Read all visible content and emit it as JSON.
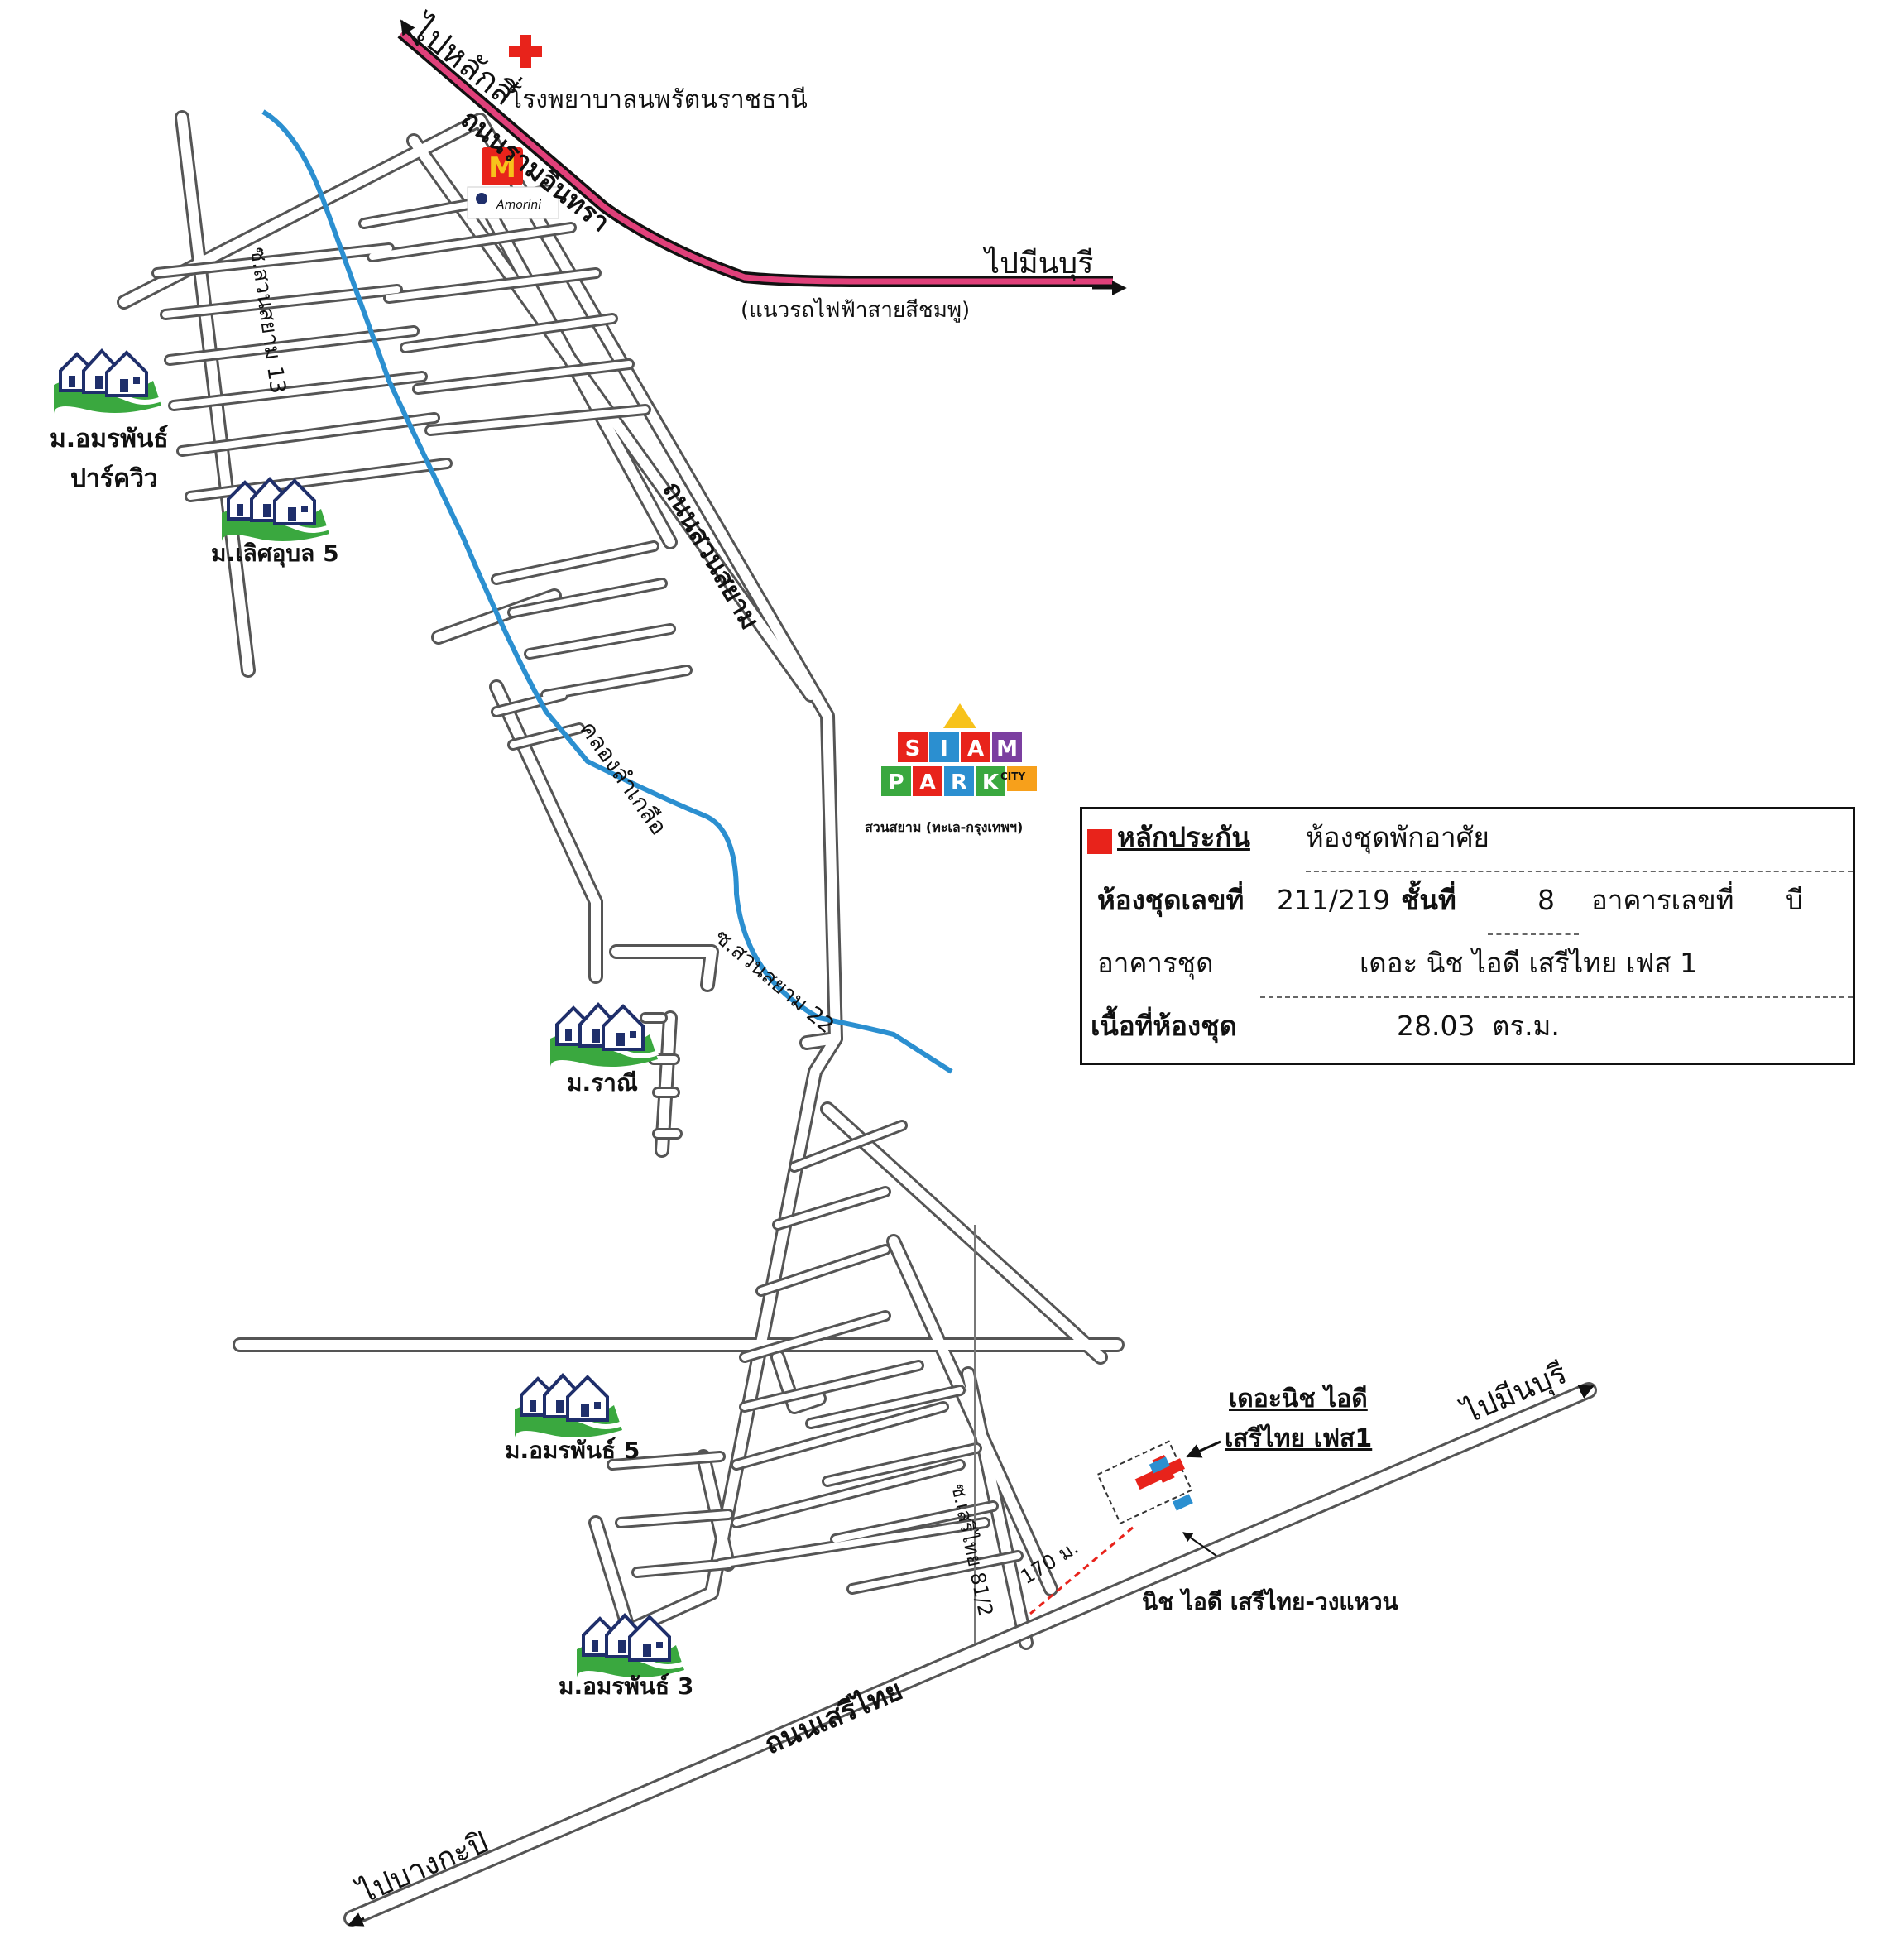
{
  "roads": {
    "top_left_direction": "ไปหลักสี่",
    "top_road": "ถนนรามอินทรา",
    "top_right_direction": "ไปมีนบุรี",
    "skytrain_note": "(แนวรถไฟฟ้าสายสีชมพู)",
    "siam_park_road": "ถนนสวนสยาม",
    "soi_13": "ซ.สวนสยาม 13",
    "soi_22": "ซ.สวนสยาม 22",
    "canal": "คลองลำเกลือ",
    "bottom_road": "ถนนเสรีไทย",
    "bottom_left_direction": "ไปบางกะปิ",
    "bottom_right_direction": "ไปมีนบุรี",
    "soi_81": "ซ.เสรีไทย 81/2",
    "distance": "170 ม."
  },
  "landmarks": {
    "hospital": "โรงพยาบาลนพรัตนราชธานี",
    "amorini": "Amorini",
    "siam_park_sub": "สวนสยาม (ทะเล-กรุงเทพฯ)",
    "siam_park_letters": [
      "S",
      "I",
      "A",
      "M",
      "P",
      "A",
      "R",
      "K"
    ],
    "siam_park_city": "CITY"
  },
  "villages": [
    "ม.อมรพันธ์",
    "ปาร์ควิว",
    "ม.เลิศอุบล 5",
    "ม.ราณี",
    "ม.อมรพันธ์ 5",
    "ม.อมรพันธ์ 3"
  ],
  "project": {
    "name_line1": "เดอะนิช ไอดี",
    "name_line2": "เสรีไทย เฟส1",
    "neighbor": "นิช ไอดี เสรีไทย-วงแหวน"
  },
  "legend": {
    "title": "หลักประกัน",
    "type": "ห้องชุดพักอาศัย",
    "unit_label": "ห้องชุดเลขที่",
    "unit_value": "211/219",
    "floor_label": "ชั้นที่",
    "floor_value": "8",
    "building_label": "อาคารเลขที่",
    "building_value": "บี",
    "project_label": "อาคารชุด",
    "project_value": "เดอะ นิช ไอดี เสรีไทย เฟส 1",
    "area_label": "เนื้อที่ห้องชุด",
    "area_value": "28.03",
    "area_unit": "ตร.ม."
  },
  "colors": {
    "road_fill": "#ffffff",
    "road_outline": "#555555",
    "canal": "#2b8fd0",
    "pink_line": "#e0407a",
    "collateral": "#e8231b",
    "house": "#1f2f6b",
    "lawn": "#3aa83f"
  }
}
